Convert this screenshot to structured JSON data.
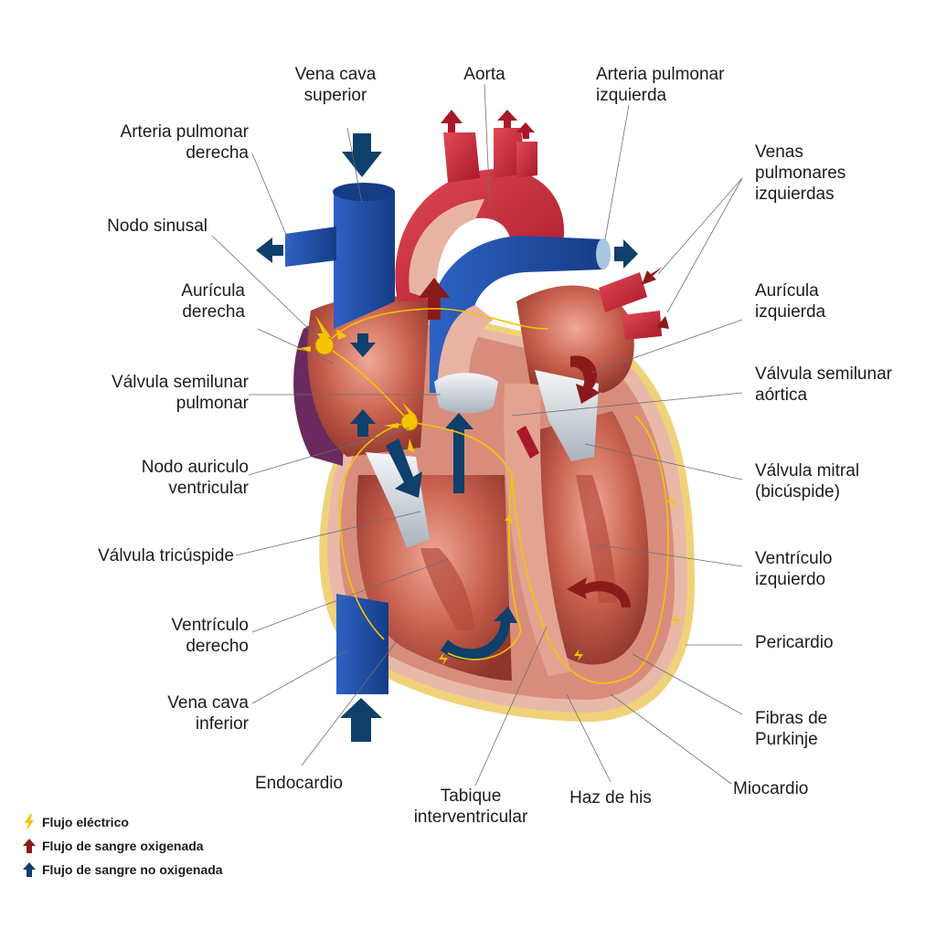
{
  "labels": {
    "vena_cava_superior": "Vena cava\nsuperior",
    "aorta": "Aorta",
    "arteria_pulmonar_izquierda": "Arteria pulmonar\nizquierda",
    "arteria_pulmonar_derecha": "Arteria pulmonar\nderecha",
    "venas_pulmonares_izquierdas": "Venas\npulmonares\nizquierdas",
    "nodo_sinusal": "Nodo sinusal",
    "auricula_derecha": "Aurícula\nderecha",
    "auricula_izquierda": "Aurícula\nizquierda",
    "valvula_semilunar_pulmonar": "Válvula semilunar\npulmonar",
    "valvula_semilunar_aortica": "Válvula semilunar\naórtica",
    "nodo_auriculo_ventricular": "Nodo auriculo\nventricular",
    "valvula_mitral": "Válvula mitral\n(bicúspide)",
    "valvula_tricuspide": "Válvula tricúspide",
    "ventriculo_izquierdo": "Ventrículo\nizquierdo",
    "ventriculo_derecho": "Ventrículo\nderecho",
    "pericardio": "Pericardio",
    "vena_cava_inferior": "Vena cava\ninferior",
    "fibras_purkinje": "Fibras de\nPurkinje",
    "endocardio": "Endocardio",
    "tabique_interventricular": "Tabique\ninterventricular",
    "haz_de_his": "Haz de his",
    "miocardio": "Miocardio"
  },
  "legend": {
    "electric": "Flujo eléctrico",
    "oxygenated": "Flujo de sangre oxigenada",
    "deoxygenated": "Flujo de sangre no oxigenada"
  },
  "colors": {
    "oxygenated": "#8b1a1a",
    "deoxygenated": "#0f3f6b",
    "electric": "#f5c400",
    "artery_red": "#c8283a",
    "vein_blue": "#1f4fa3",
    "muscle": "#c65a4c",
    "pericardium": "#e8b9a8",
    "fat": "#f0d27a"
  }
}
